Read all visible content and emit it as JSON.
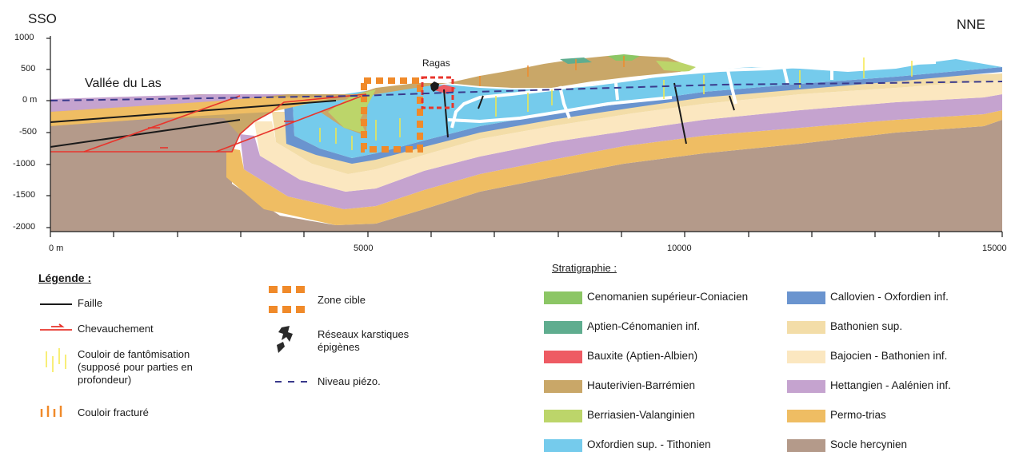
{
  "header": {
    "left_orientation": "SSO",
    "right_orientation": "NNE"
  },
  "labels": {
    "valley": "Vallée du Las",
    "ragas": "Ragas"
  },
  "y_axis": {
    "ticks": [
      "1000",
      "500",
      "0 m",
      "-500",
      "-1000",
      "-1500",
      "-2000"
    ]
  },
  "x_axis": {
    "ticks": [
      "0 m",
      "5000",
      "10000",
      "15000"
    ]
  },
  "legend": {
    "title": "Légende :",
    "items": {
      "faille": "Faille",
      "chevauchement": "Chevauchement",
      "fantomisation": "Couloir de fantômisation\n(supposé pour parties en\nprofondeur)",
      "fracture": "Couloir fracturé",
      "zone_cible": "Zone cible",
      "reseaux": "Réseaux karstiques\népigènes",
      "niveau": "Niveau piézo."
    }
  },
  "stratigraphie": {
    "title": "Stratigraphie :",
    "units": [
      {
        "label": "Cenomanien supérieur-Coniacien",
        "color": "#8cc665"
      },
      {
        "label": "Aptien-Cénomanien inf.",
        "color": "#5fad8f"
      },
      {
        "label": "Bauxite (Aptien-Albien)",
        "color": "#ee5b63"
      },
      {
        "label": "Hauterivien-Barrémien",
        "color": "#c9a768"
      },
      {
        "label": "Berriasien-Valanginien",
        "color": "#bcd56a"
      },
      {
        "label": "Oxfordien sup. - Tithonien",
        "color": "#75cbec"
      },
      {
        "label": "Callovien - Oxfordien inf.",
        "color": "#6a94cf"
      },
      {
        "label": "Bathonien sup.",
        "color": "#f3dda8"
      },
      {
        "label": "Bajocien - Bathonien inf.",
        "color": "#fbe7c0"
      },
      {
        "label": "Hettangien - Aalénien inf.",
        "color": "#c5a3cf"
      },
      {
        "label": "Permo-trias",
        "color": "#efbd63"
      },
      {
        "label": "Socle hercynien",
        "color": "#b49a8a"
      }
    ]
  },
  "colors": {
    "fault": "#1a1a1a",
    "thrust": "#e8352c",
    "piezo": "#3a3a8c",
    "target": "#f08a2a",
    "fantom": "#f5e84a"
  }
}
